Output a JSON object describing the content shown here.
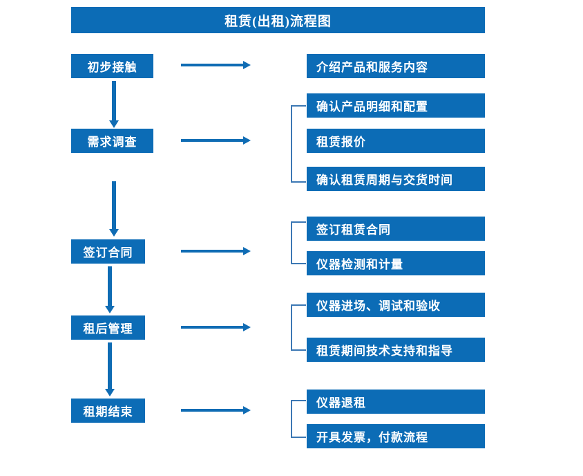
{
  "diagram": {
    "title": "租赁(出租)流程图",
    "colors": {
      "box_blue": "#0c6cb6",
      "arrow_blue": "#0f6cb4",
      "bracket_blue": "#3c78b4",
      "text_white": "#ffffff",
      "background": "#ffffff"
    },
    "stages": [
      {
        "id": "stage-1",
        "label": "初步接触"
      },
      {
        "id": "stage-2",
        "label": "需求调查"
      },
      {
        "id": "stage-3",
        "label": "签订合同"
      },
      {
        "id": "stage-4",
        "label": "租后管理"
      },
      {
        "id": "stage-5",
        "label": "租期结束"
      }
    ],
    "details": [
      {
        "id": "detail-1",
        "label": "介绍产品和服务内容"
      },
      {
        "id": "detail-2",
        "label": "确认产品明细和配置"
      },
      {
        "id": "detail-3",
        "label": "租赁报价"
      },
      {
        "id": "detail-4",
        "label": "确认租赁周期与交货时间"
      },
      {
        "id": "detail-5",
        "label": "签订租赁合同"
      },
      {
        "id": "detail-6",
        "label": "仪器检测和计量"
      },
      {
        "id": "detail-7",
        "label": "仪器进场、调试和验收"
      },
      {
        "id": "detail-8",
        "label": "租赁期间技术支持和指导"
      },
      {
        "id": "detail-9",
        "label": "仪器退租"
      },
      {
        "id": "detail-10",
        "label": "开具发票，付款流程"
      }
    ],
    "groups": [
      {
        "id": "group-1",
        "members": [
          "detail-2",
          "detail-3",
          "detail-4"
        ]
      },
      {
        "id": "group-2",
        "members": [
          "detail-5",
          "detail-6"
        ]
      },
      {
        "id": "group-3",
        "members": [
          "detail-7",
          "detail-8"
        ]
      },
      {
        "id": "group-4",
        "members": [
          "detail-9",
          "detail-10"
        ]
      }
    ],
    "flow_connections": [
      {
        "from": "stage-1",
        "to": "stage-2",
        "direction": "down"
      },
      {
        "from": "stage-2",
        "to": "stage-3",
        "direction": "down"
      },
      {
        "from": "stage-3",
        "to": "stage-4",
        "direction": "down"
      },
      {
        "from": "stage-4",
        "to": "stage-5",
        "direction": "down"
      },
      {
        "from": "stage-1",
        "to": "detail-1",
        "direction": "right"
      },
      {
        "from": "stage-2",
        "to": "group-1",
        "direction": "right"
      },
      {
        "from": "stage-3",
        "to": "group-2",
        "direction": "right"
      },
      {
        "from": "stage-4",
        "to": "group-3",
        "direction": "right"
      },
      {
        "from": "stage-5",
        "to": "group-4",
        "direction": "right"
      }
    ]
  }
}
